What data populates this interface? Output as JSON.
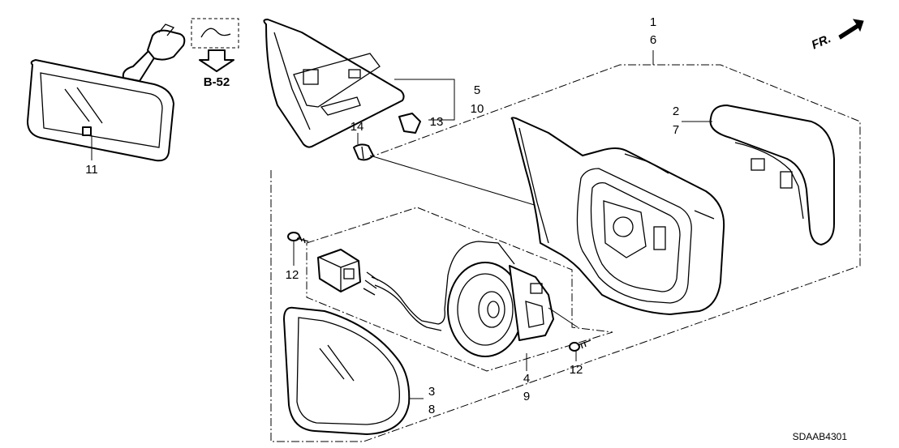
{
  "callouts": [
    {
      "id": "c1",
      "label": "1"
    },
    {
      "id": "c6",
      "label": "6"
    },
    {
      "id": "c2",
      "label": "2"
    },
    {
      "id": "c7",
      "label": "7"
    },
    {
      "id": "c3",
      "label": "3"
    },
    {
      "id": "c8",
      "label": "8"
    },
    {
      "id": "c4",
      "label": "4"
    },
    {
      "id": "c9",
      "label": "9"
    },
    {
      "id": "c5",
      "label": "5"
    },
    {
      "id": "c10",
      "label": "10"
    },
    {
      "id": "c11",
      "label": "11"
    },
    {
      "id": "c12a",
      "label": "12"
    },
    {
      "id": "c12b",
      "label": "12"
    },
    {
      "id": "c13",
      "label": "13"
    },
    {
      "id": "c14",
      "label": "14"
    }
  ],
  "reference": "B-52",
  "direction": "FR.",
  "diagram_code": "SDAAB4301"
}
